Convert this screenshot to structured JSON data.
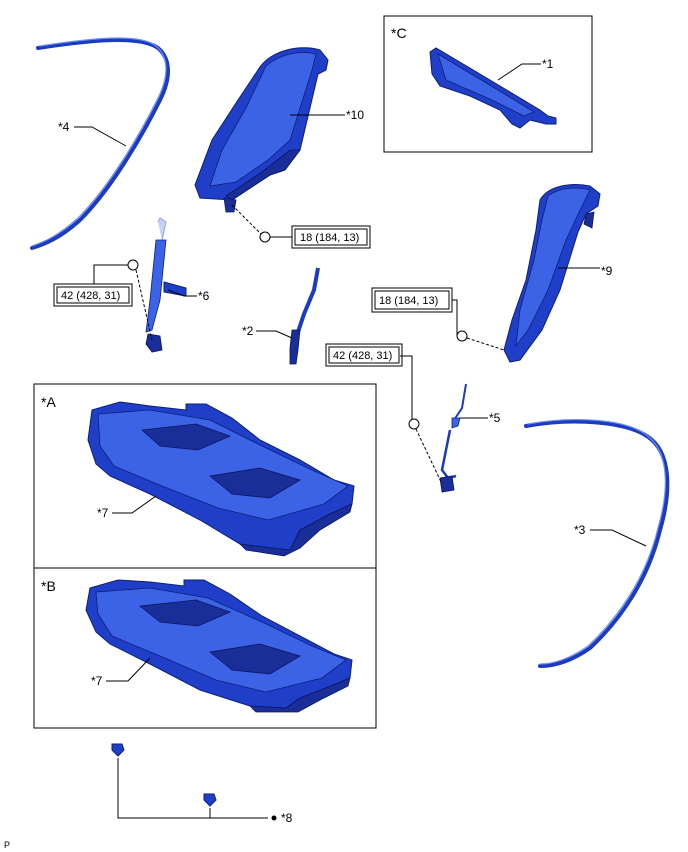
{
  "panels": {
    "a": "*A",
    "b": "*B",
    "c": "*C"
  },
  "callouts": {
    "c1": "*1",
    "c2": "*2",
    "c3": "*3",
    "c4": "*4",
    "c5": "*5",
    "c6": "*6",
    "c7a": "*7",
    "c7b": "*7",
    "c8": "*8",
    "c9": "*9",
    "c10": "*10"
  },
  "torques": {
    "t10": "18 (184, 13)",
    "t6": "42 (428, 31)",
    "t9": "18 (184, 13)",
    "t5": "42 (428, 31)"
  },
  "corner_code": "P",
  "colors": {
    "part_blue": "#1f3fc8",
    "part_dark": "#1a2e9a",
    "line": "#000000"
  }
}
